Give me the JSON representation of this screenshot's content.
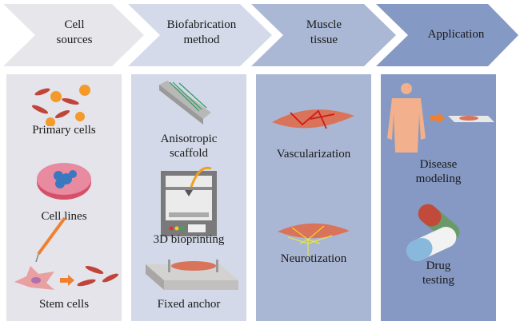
{
  "stages": [
    {
      "title_line1": "Cell",
      "title_line2": "sources",
      "color": "#e6e6eb",
      "panel_color": "#e4e4ea"
    },
    {
      "title_line1": "Biofabrication",
      "title_line2": "method",
      "color": "#d4dae9",
      "panel_color": "#d3d9e8"
    },
    {
      "title_line1": "Muscle",
      "title_line2": "tissue",
      "color": "#aab8d5",
      "panel_color": "#aab7d4"
    },
    {
      "title_line1": "Application",
      "title_line2": "",
      "color": "#8599c5",
      "panel_color": "#8599c4"
    }
  ],
  "cell_sources": {
    "primary": "Primary cells",
    "lines": "Cell lines",
    "stem": "Stem cells"
  },
  "methods": {
    "aniso1": "Anisotropic",
    "aniso2": "scaffold",
    "bioprint": "3D bioprinting",
    "anchor": "Fixed anchor"
  },
  "tissue": {
    "vasc": "Vascularization",
    "neuro": "Neurotization"
  },
  "application": {
    "disease1": "Disease",
    "disease2": "modeling",
    "drug1": "Drug",
    "drug2": "testing"
  }
}
